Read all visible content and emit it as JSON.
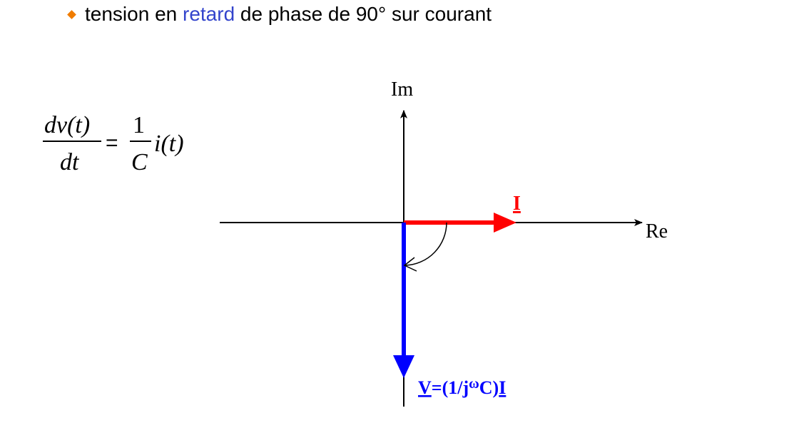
{
  "bullet": {
    "before": "tension en ",
    "highlight": "retard",
    "after": " de phase de 90° sur courant",
    "highlight_color": "#3344cc",
    "bullet_color": "#f07c00"
  },
  "equation": {
    "lhs_num": "dv(t)",
    "lhs_den": "dt",
    "equals": "=",
    "rhs_num": "1",
    "rhs_den": "C",
    "rhs_tail": "i(t)"
  },
  "axes": {
    "im_label": "Im",
    "re_label": "Re"
  },
  "phasors": {
    "current_label": "I",
    "current_color": "#ff0000",
    "voltage_color": "#0000ff",
    "voltage_label": {
      "v": "V",
      "mid": "=(1/j",
      "omega": "ω",
      "c": "C)",
      "i": "I"
    }
  }
}
